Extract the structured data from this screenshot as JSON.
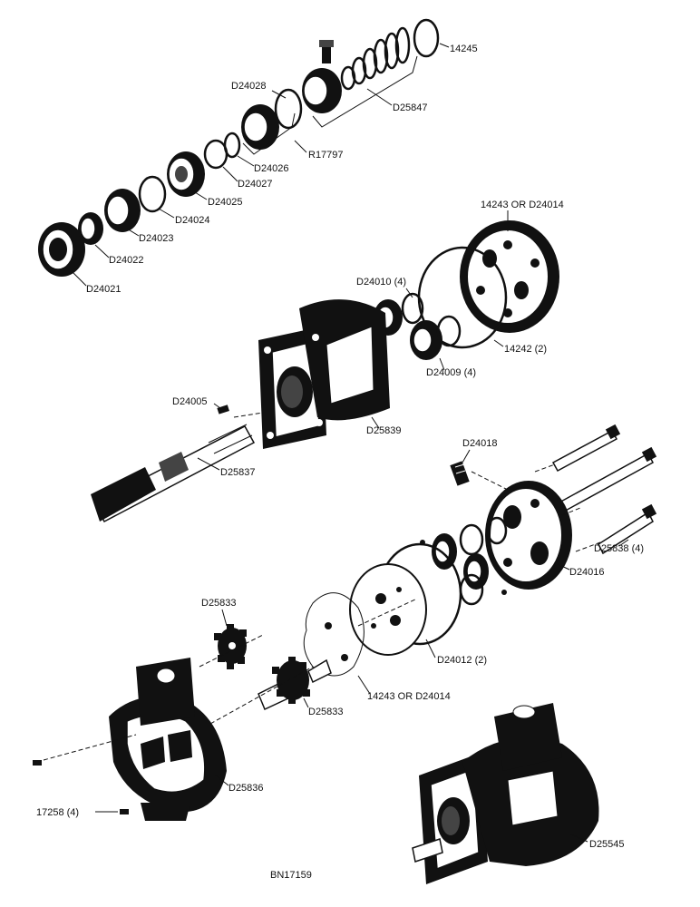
{
  "labels": {
    "p14245": "14245",
    "pD24028": "D24028",
    "pD25847": "D25847",
    "pR17797": "R17797",
    "pD24026": "D24026",
    "pD24027": "D24027",
    "pD24025": "D24025",
    "pD24024": "D24024",
    "pD24023": "D24023",
    "pD24022": "D24022",
    "pD24021": "D24021",
    "p14243a": "14243 OR D24014",
    "pD24010": "D24010 (4)",
    "p14242": "14242 (2)",
    "pD24009": "D24009 (4)",
    "pD24005": "D24005",
    "pD25839": "D25839",
    "pD25837": "D25837",
    "pD24018": "D24018",
    "pD25838": "D25838 (4)",
    "pD24016": "D24016",
    "pD25833a": "D25833",
    "pD24012": "D24012 (2)",
    "p14243b": "14243  OR  D24014",
    "pD25833b": "D25833",
    "pD25836": "D25836",
    "p17258": "17258 (4)",
    "pD25545": "D25545",
    "drawing_no": "BN17159"
  }
}
